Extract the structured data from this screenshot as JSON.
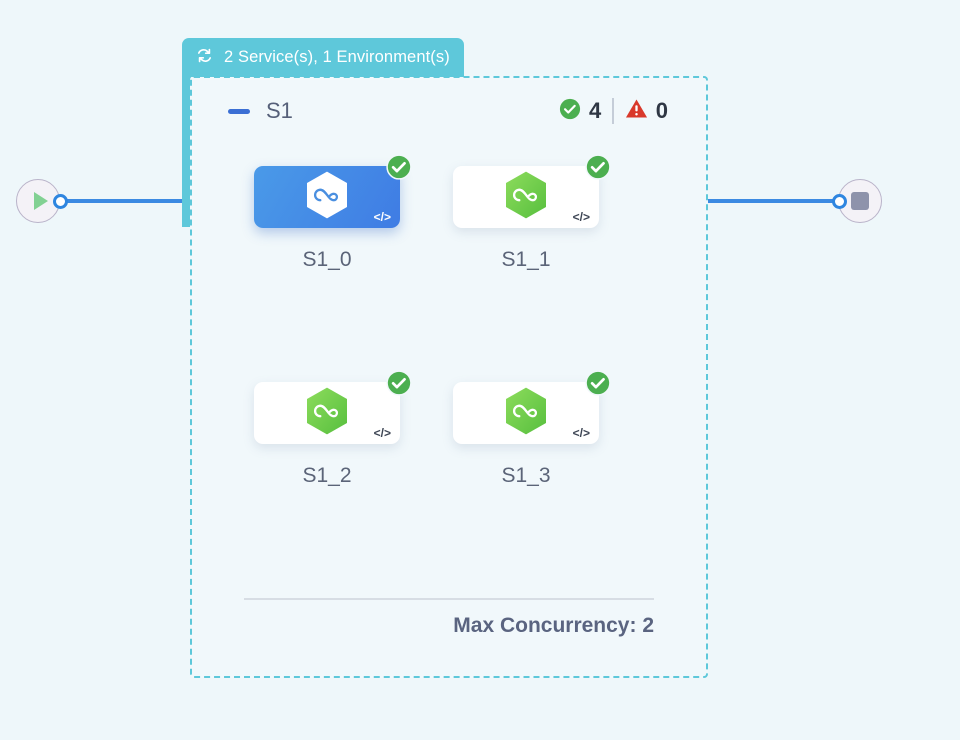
{
  "canvas": {
    "background_color": "#eef7fa"
  },
  "start_node": {
    "icon": "play-icon",
    "port": "output-port"
  },
  "end_node": {
    "icon": "stop-icon",
    "port": "input-port"
  },
  "group": {
    "header": {
      "icon": "loop-icon",
      "label": "2 Service(s), 1 Environment(s)",
      "background_color": "#5ec8da"
    },
    "collapse_icon": "minus-icon",
    "title": "S1",
    "border_color": "#5ec8da",
    "status": {
      "success": {
        "icon": "check-circle-icon",
        "count": "4",
        "color": "#4caf50"
      },
      "error": {
        "icon": "warning-triangle-icon",
        "count": "0",
        "color": "#d9392b"
      }
    },
    "footer": {
      "max_concurrency_label": "Max Concurrency: 2"
    }
  },
  "nodes": [
    {
      "label": "S1_0",
      "selected": true,
      "icon": "hexagon-infinity-icon",
      "icon_color": "#ffffff",
      "status_icon": "check-circle-icon",
      "code_glyph": "</>"
    },
    {
      "label": "S1_1",
      "selected": false,
      "icon": "hexagon-infinity-icon",
      "icon_color": "#6ecb4a",
      "status_icon": "check-circle-icon",
      "code_glyph": "</>"
    },
    {
      "label": "S1_2",
      "selected": false,
      "icon": "hexagon-infinity-icon",
      "icon_color": "#6ecb4a",
      "status_icon": "check-circle-icon",
      "code_glyph": "</>"
    },
    {
      "label": "S1_3",
      "selected": false,
      "icon": "hexagon-infinity-icon",
      "icon_color": "#6ecb4a",
      "status_icon": "check-circle-icon",
      "code_glyph": "</>"
    }
  ]
}
